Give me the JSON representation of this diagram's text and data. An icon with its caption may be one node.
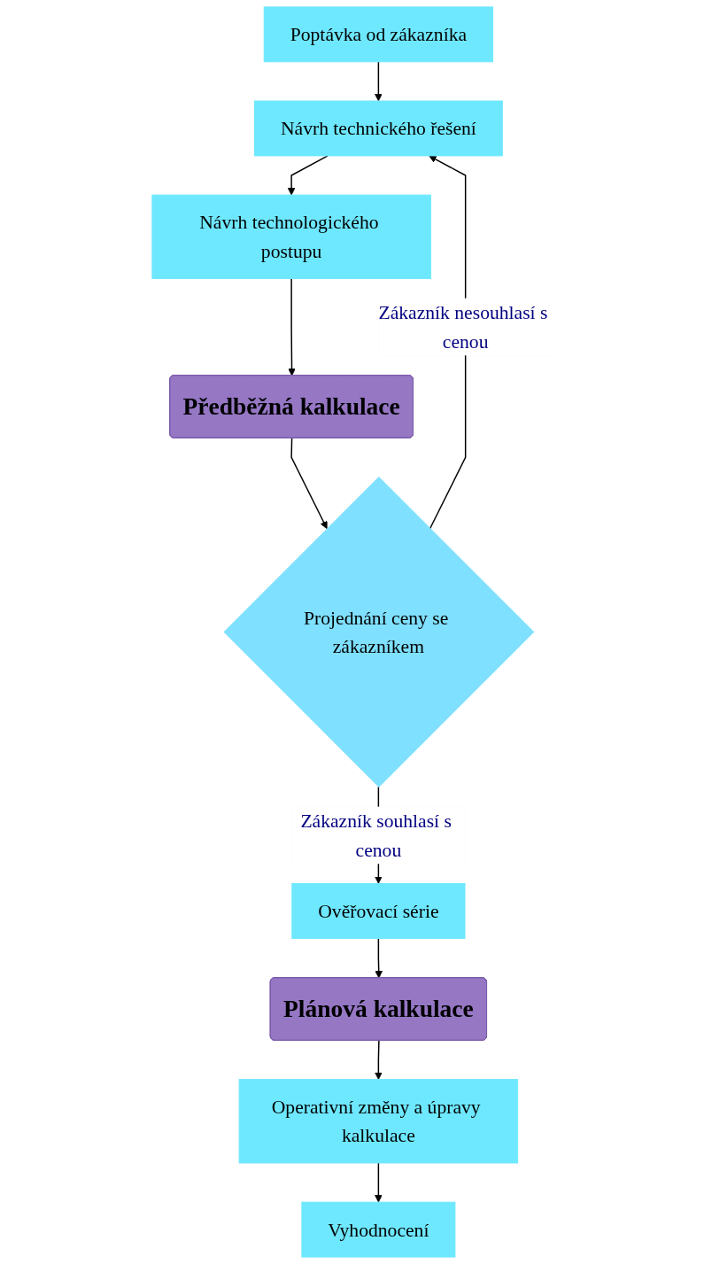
{
  "diagram": {
    "nodes": [
      {
        "text": [
          "Poptávka od zákazníka"
        ]
      },
      {
        "text": [
          "Návrh technického řešení"
        ]
      },
      {
        "text": [
          "Návrh technologického postupu"
        ]
      },
      {
        "text": [
          "Předběžná kalkulace"
        ]
      },
      {
        "text": [
          "Projednání ceny se zákazníkem"
        ]
      },
      {
        "text": [
          "Ověřovací série"
        ]
      },
      {
        "text": [
          "Plánová kalkulace"
        ]
      },
      {
        "text": [
          "Operativní změny a úpravy kalkulace"
        ]
      },
      {
        "text": [
          "Vyhodnocení"
        ]
      }
    ],
    "edges": [
      {
        "from": 0,
        "to": 1,
        "arrow": "to"
      },
      {
        "from": 1,
        "to": 2,
        "arrow": "to"
      },
      {
        "from": 2,
        "to": 3,
        "arrow": "to"
      },
      {
        "from": 3,
        "to": 4,
        "arrow": "to"
      },
      {
        "from": 4,
        "to": 1,
        "arrow": "to",
        "label": "Zákazník nesouhlasí s cenou"
      },
      {
        "from": 4,
        "to": 5,
        "arrow": "to",
        "label": "Zákazník souhlasí s cenou"
      },
      {
        "from": 5,
        "to": 6,
        "arrow": "to"
      },
      {
        "from": 6,
        "to": 7,
        "arrow": "to"
      },
      {
        "from": 7,
        "to": 8,
        "arrow": "to"
      }
    ]
  }
}
